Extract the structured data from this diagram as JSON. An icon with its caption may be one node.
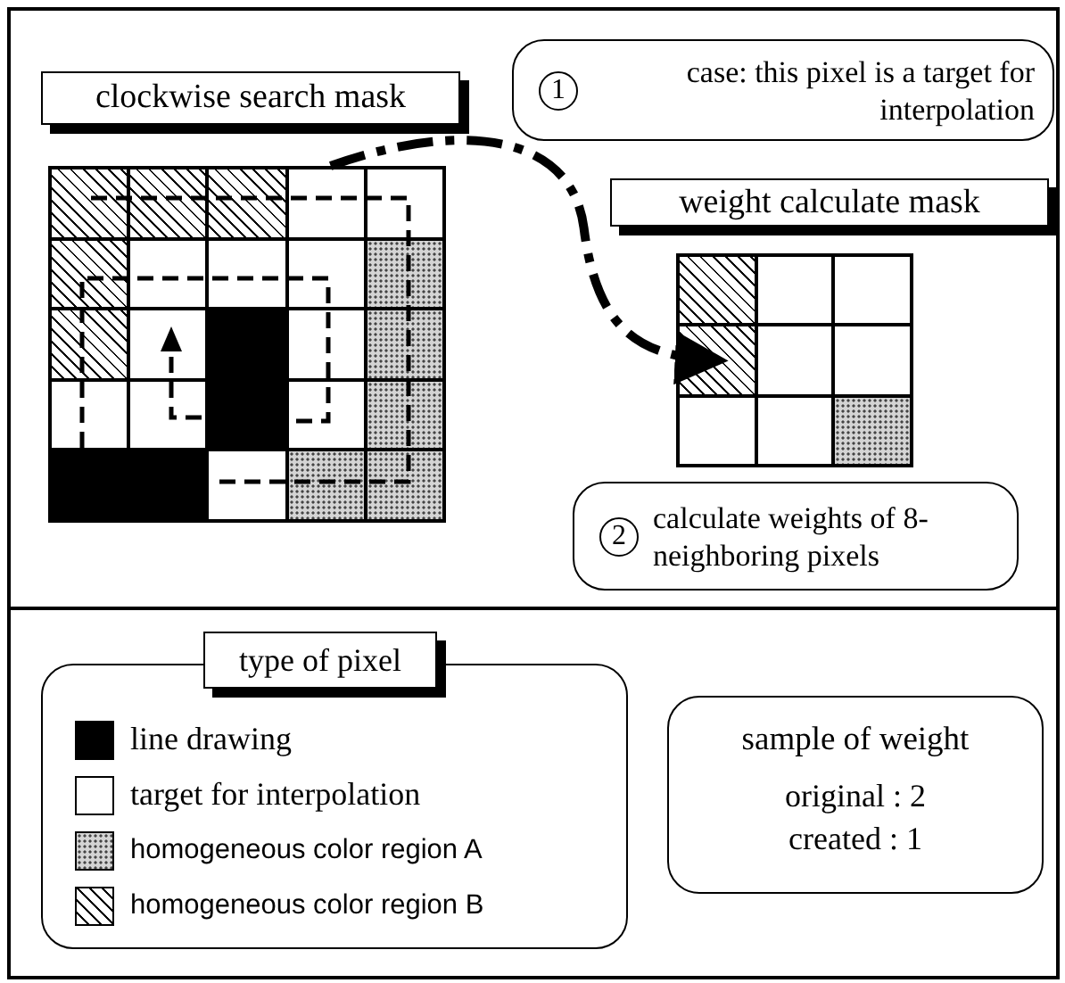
{
  "diagram": {
    "nodes": [
      {
        "text": [
          "clockwise search mask"
        ]
      },
      {
        "text": [
          "1",
          "case: this pixel is a target for interpolation"
        ]
      },
      {
        "text": [],
        "shape": "grid"
      },
      {
        "text": [],
        "shape": "box",
        "in": 2
      },
      {
        "text": [
          "weight calculate mask"
        ]
      },
      {
        "text": [],
        "shape": "grid"
      },
      {
        "text": [],
        "shape": "box",
        "in": 5
      },
      {
        "text": [
          "2",
          "calculate weights of 8-neighboring pixels"
        ]
      },
      {
        "text": [
          "type of pixel"
        ]
      },
      {
        "text": [
          "sample of weight",
          "original : 2",
          "created : 1"
        ]
      }
    ],
    "edges": [
      {
        "from": 3,
        "to": 6,
        "arrow": "to",
        "style": "dashed"
      }
    ],
    "legend": [
      {
        "text": "line drawing",
        "color": "#000000"
      },
      {
        "text": "target for interpolation",
        "color": "#ffffff"
      },
      {
        "text": "homogeneous color region A"
      },
      {
        "text": "homogeneous color region B"
      }
    ]
  }
}
